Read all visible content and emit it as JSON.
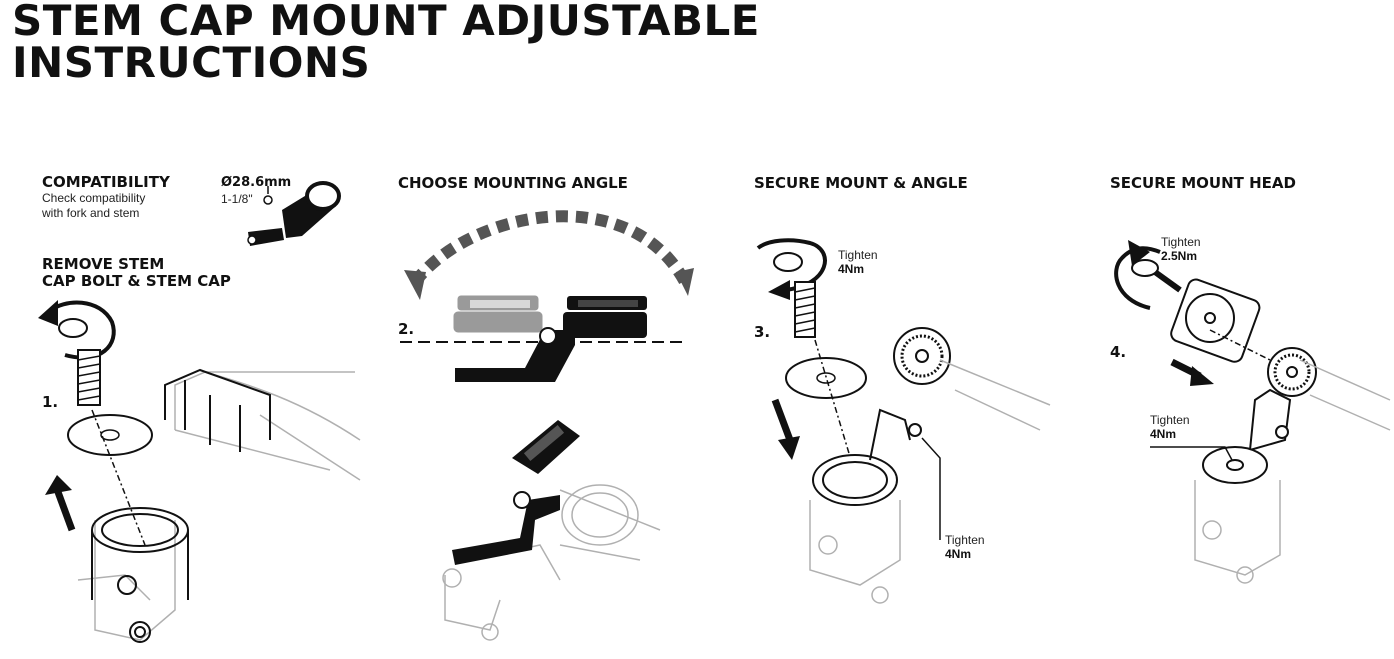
{
  "title": {
    "line1": "STEM CAP MOUNT ADJUSTABLE",
    "line2": "INSTRUCTIONS"
  },
  "panel1": {
    "compat_heading": "COMPATIBILITY",
    "compat_line1": "Check compatibility",
    "compat_line2": "with fork and stem",
    "diameter": "Ø28.6mm",
    "size_inch": "1-1/8\"",
    "remove_line1": "REMOVE STEM",
    "remove_line2": "CAP BOLT & STEM CAP",
    "step": "1."
  },
  "panel2": {
    "heading": "CHOOSE MOUNTING ANGLE",
    "step": "2."
  },
  "panel3": {
    "heading": "SECURE MOUNT & ANGLE",
    "step": "3.",
    "torque_top_word": "Tighten",
    "torque_top_value": "4Nm",
    "torque_side_word": "Tighten",
    "torque_side_value": "4Nm"
  },
  "panel4": {
    "heading": "SECURE MOUNT HEAD",
    "step": "4.",
    "torque_top_word": "Tighten",
    "torque_top_value": "2.5Nm",
    "torque_mid_word": "Tighten",
    "torque_mid_value": "4Nm"
  },
  "colors": {
    "ink": "#111111",
    "faint_line": "#b8b8b8",
    "grey_mount": "#9a9a9a"
  }
}
